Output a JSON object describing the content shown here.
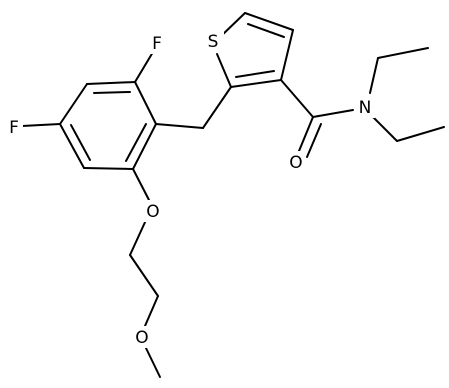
{
  "molecule": {
    "atoms": {
      "s1": "S",
      "f_top": "F",
      "f_left": "F",
      "o_ether": "O",
      "o_carbonyl": "O",
      "n_amide": "N",
      "o_methoxy": "O"
    },
    "colors": {
      "bond": "#000000",
      "label": "#000000",
      "background": "#ffffff"
    }
  }
}
